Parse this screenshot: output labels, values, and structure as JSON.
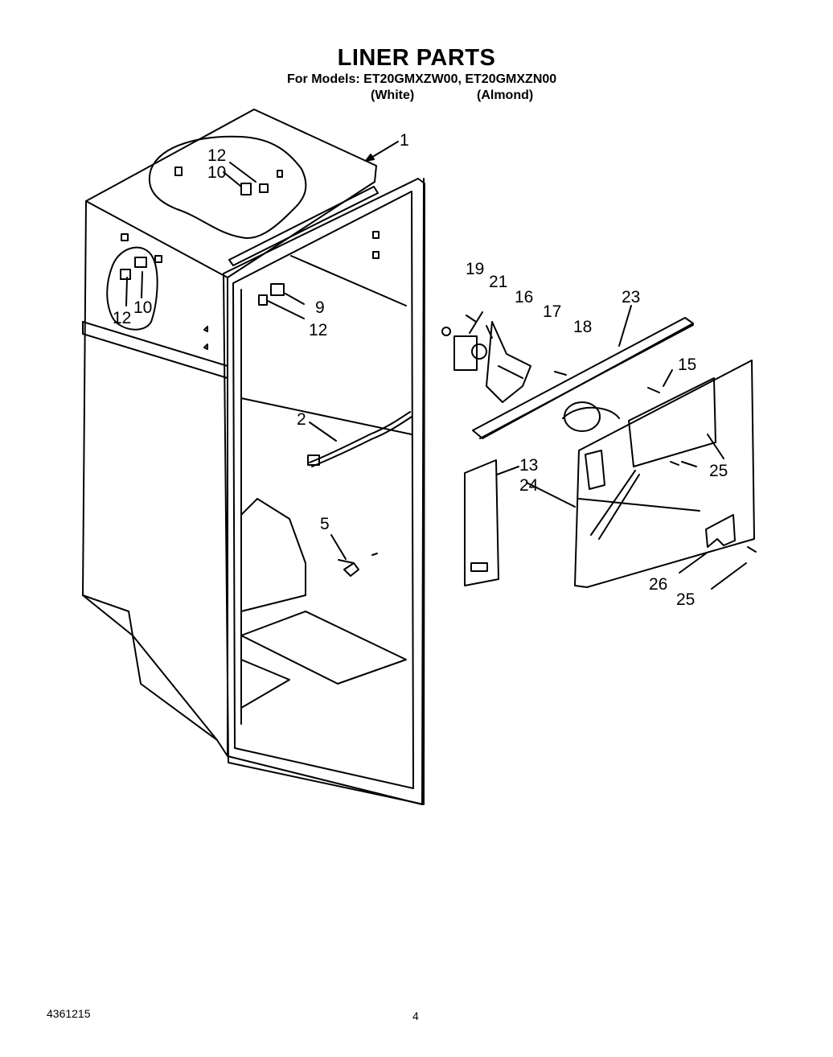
{
  "title": "LINER PARTS",
  "subtitle": "For Models: ET20GMXZW00, ET20GMXZN00",
  "colors": [
    "(White)",
    "(Almond)"
  ],
  "document_number": "4361215",
  "page_number": "4",
  "callouts": [
    "1",
    "12",
    "10",
    "12",
    "10",
    "9",
    "12",
    "2",
    "5",
    "19",
    "21",
    "16",
    "17",
    "18",
    "23",
    "15",
    "25",
    "13",
    "24",
    "26",
    "25"
  ]
}
